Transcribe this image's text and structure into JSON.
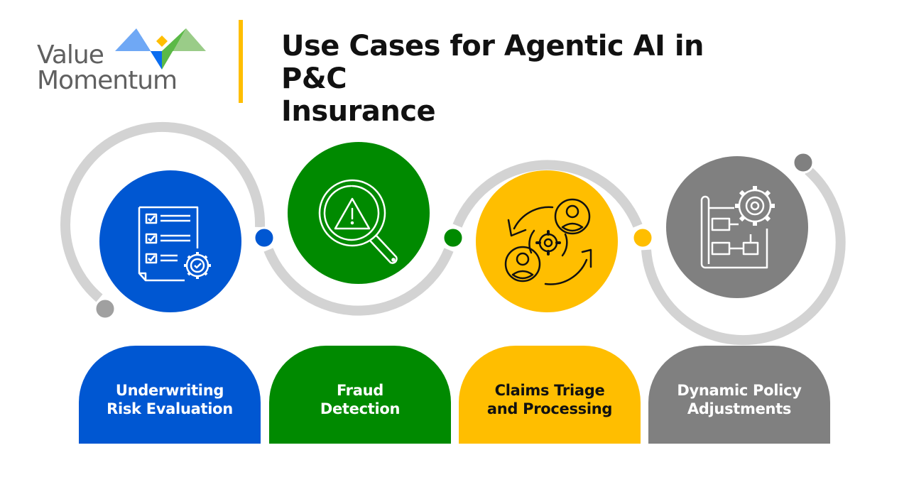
{
  "logo": {
    "line1": "Value",
    "line2": "Momentum",
    "colors": {
      "light_blue": "#6FA8F5",
      "blue": "#0A6CF0",
      "yellow": "#FFBE00",
      "green": "#5BB947",
      "light_green": "#9ACC88",
      "text": "#606060"
    }
  },
  "header": {
    "title_line1": "Use Cases for Agentic AI in P&C",
    "title_line2": "Insurance",
    "divider_color": "#FFBE00"
  },
  "diagram": {
    "arc_color": "#D3D3D3",
    "end_dot_color": "#A0A0A0",
    "use_cases": [
      {
        "id": "underwriting",
        "label_line1": "Underwriting",
        "label_line2": "Risk Evaluation",
        "icon": "checklist-gear-icon",
        "color": "#0057D2",
        "text_color": "#FFFFFF"
      },
      {
        "id": "fraud",
        "label_line1": "Fraud",
        "label_line2": "Detection",
        "icon": "magnifier-warning-icon",
        "color": "#008A00",
        "text_color": "#FFFFFF"
      },
      {
        "id": "claims",
        "label_line1": "Claims Triage",
        "label_line2": "and Processing",
        "icon": "people-exchange-gear-icon",
        "color": "#FFBE00",
        "text_color": "#111111"
      },
      {
        "id": "policy",
        "label_line1": "Dynamic Policy",
        "label_line2": "Adjustments",
        "icon": "blueprint-gear-icon",
        "color": "#808080",
        "text_color": "#FFFFFF"
      }
    ]
  }
}
